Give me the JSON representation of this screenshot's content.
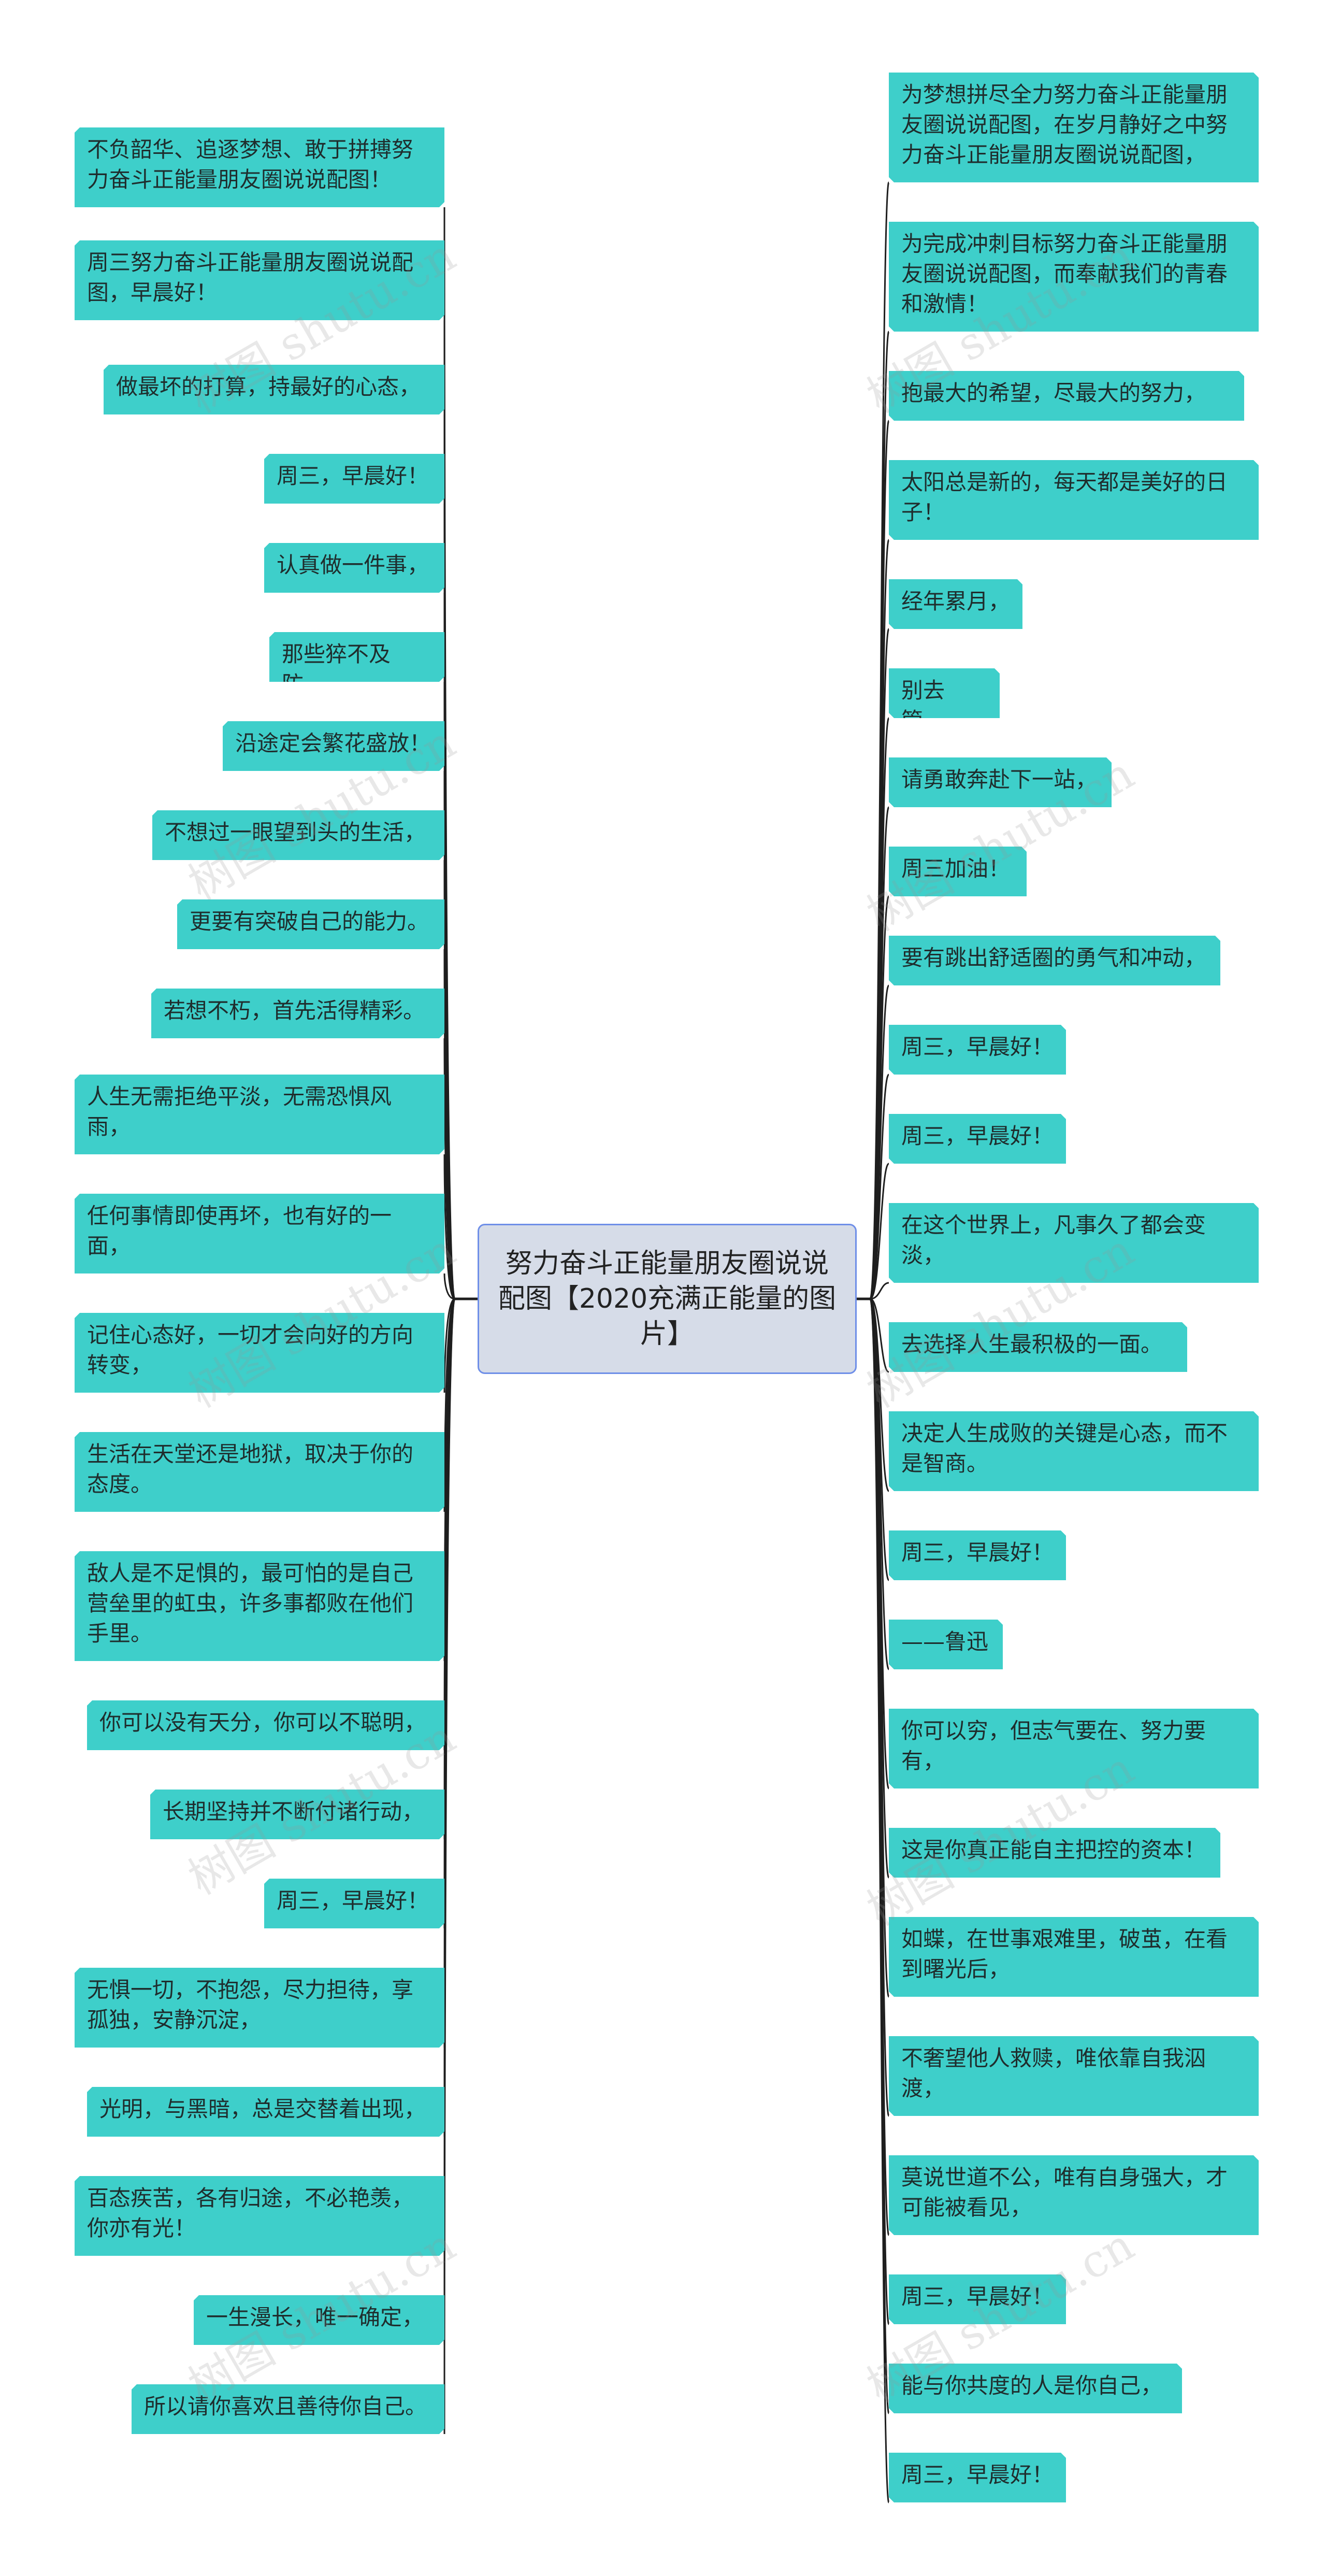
{
  "center": {
    "title": "努力奋斗正能量朋友圈说说配图【2020充满正能量的图片】"
  },
  "left": [
    "不负韶华、追逐梦想、敢于拼搏努力奋斗正能量朋友圈说说配图！",
    "周三努力奋斗正能量朋友圈说说配图，早晨好！",
    "做最坏的打算，持最好的心态，",
    "周三，早晨好！",
    "认真做一件事，",
    "那些猝不及防，",
    "沿途定会繁花盛放！",
    "不想过一眼望到头的生活，",
    "更要有突破自己的能力。",
    "若想不朽，首先活得精彩。",
    "人生无需拒绝平淡，无需恐惧风雨，",
    "任何事情即使再坏，也有好的一面，",
    "记住心态好，一切才会向好的方向转变，",
    "生活在天堂还是地狱，取决于你的态度。",
    "敌人是不足惧的，最可怕的是自己营垒里的虹虫，许多事都败在他们手里。",
    "你可以没有天分，你可以不聪明，",
    "长期坚持并不断付诸行动，",
    "周三，早晨好！",
    "无惧一切，不抱怨，尽力担待，享孤独，安静沉淀，",
    "光明，与黑暗，总是交替着出现，",
    "百态疾苦，各有归途，不必艳羡，你亦有光！",
    "一生漫长，唯一确定，",
    "所以请你喜欢且善待你自己。"
  ],
  "right": [
    "为梦想拼尽全力努力奋斗正能量朋友圈说说配图，在岁月静好之中努力奋斗正能量朋友圈说说配图，",
    "为完成冲刺目标努力奋斗正能量朋友圈说说配图，而奉献我们的青春和激情！",
    "抱最大的希望，尽最大的努力，",
    "太阳总是新的，每天都是美好的日子！",
    "经年累月，",
    "别去管，",
    "请勇敢奔赴下一站，",
    "周三加油！",
    "要有跳出舒适圈的勇气和冲动，",
    "周三，早晨好！",
    "周三，早晨好！",
    "在这个世界上，凡事久了都会变淡，",
    "去选择人生最积极的一面。",
    "决定人生成败的关键是心态，而不是智商。",
    "周三，早晨好！",
    "——鲁迅",
    "你可以穷，但志气要在、努力要有，",
    "这是你真正能自主把控的资本！",
    "如蝶，在世事艰难里，破茧，在看到曙光后，",
    "不奢望他人救赎，唯依靠自我泅渡，",
    "莫说世道不公，唯有自身强大，才可能被看见，",
    "周三，早晨好！",
    "能与你共度的人是你自己，",
    "周三，早晨好！"
  ],
  "watermark": "树图 shutu.cn",
  "colors": {
    "node": "#3ecfca",
    "center_bg": "#d6dce8",
    "center_border": "#6f8fe8",
    "line": "#1e1e1e"
  }
}
